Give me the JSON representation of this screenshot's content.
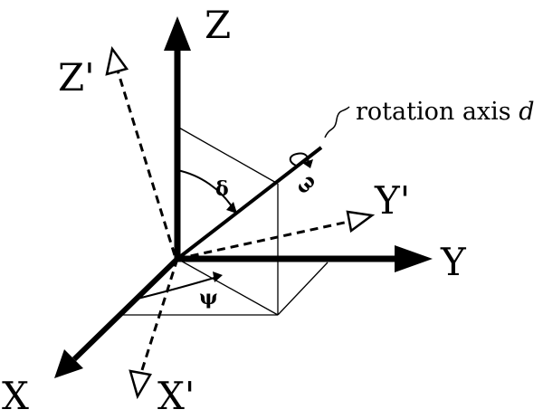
{
  "labels": {
    "z": "Z",
    "z_prime": "Z'",
    "y": "Y",
    "y_prime": "Y'",
    "x": "X",
    "x_prime": "X'",
    "delta": "δ",
    "omega": "ω",
    "psi": "ψ"
  },
  "annotation": {
    "text": "rotation axis ",
    "symbol": "d"
  },
  "colors": {
    "stroke": "#000000",
    "background": "#ffffff"
  }
}
